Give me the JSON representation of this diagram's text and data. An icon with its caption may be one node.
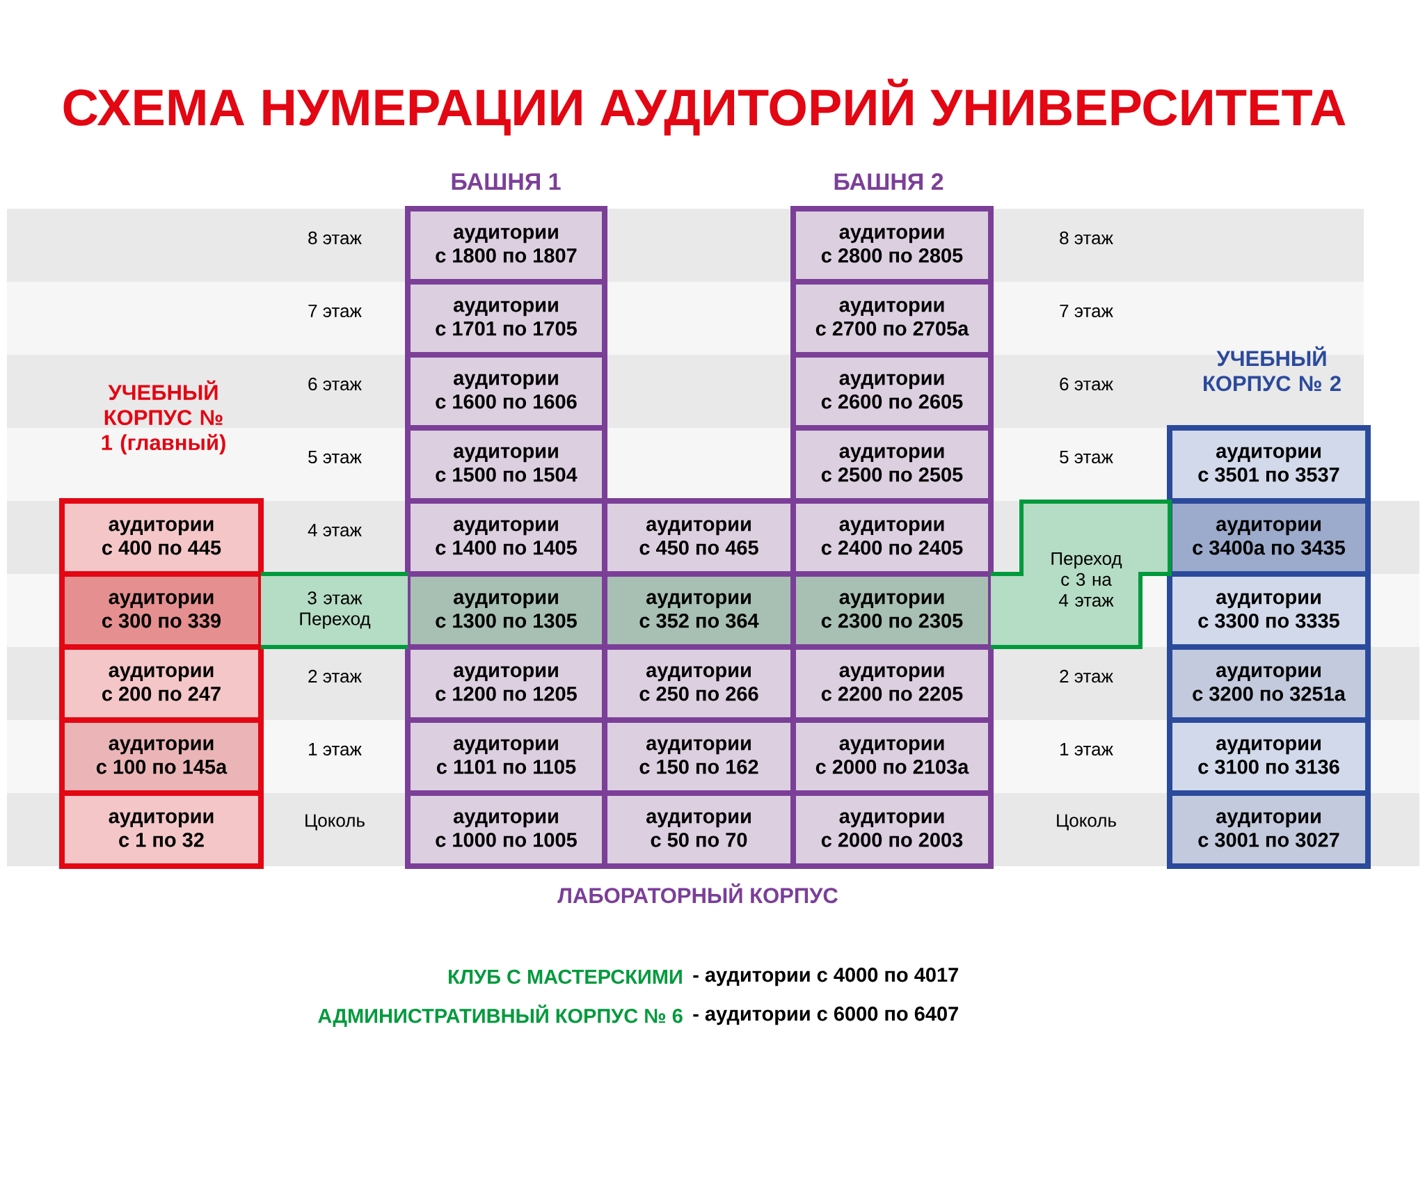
{
  "diagram": {
    "title": "СХЕМА НУМЕРАЦИИ АУДИТОРИЙ УНИВЕРСИТЕТА",
    "nodes": [
      {
        "text": [
          "УЧЕБНЫЙ КОРПУС № 1 (главный)"
        ]
      },
      {
        "text": [
          "аудитории",
          "с 400 по 445"
        ],
        "in": 0
      },
      {
        "text": [
          "аудитории",
          "с 300 по 339"
        ],
        "in": 0
      },
      {
        "text": [
          "аудитории",
          "с 200 по 247"
        ],
        "in": 0
      },
      {
        "text": [
          "аудитории",
          "с 100 по 145а"
        ],
        "in": 0
      },
      {
        "text": [
          "аудитории",
          "с 1 по 32"
        ],
        "in": 0
      },
      {
        "text": [
          "аудитории",
          "с 1800 по 1807"
        ]
      },
      {
        "text": [
          "аудитории",
          "с 1701 по 1705"
        ]
      },
      {
        "text": [
          "аудитории",
          "с 1600 по 1606"
        ]
      },
      {
        "text": [
          "аудитории",
          "с 1500 по 1504"
        ]
      },
      {
        "text": [
          "аудитории",
          "с 1400 по 1405"
        ]
      },
      {
        "text": [
          "аудитории",
          "с 1300 по 1305"
        ]
      },
      {
        "text": [
          "аудитории",
          "с 1200 по 1205"
        ]
      },
      {
        "text": [
          "аудитории",
          "с 1101 по 1105"
        ]
      },
      {
        "text": [
          "аудитории",
          "с 1000 по 1005"
        ]
      },
      {
        "text": [
          "аудитории",
          "с 450 по 465"
        ]
      },
      {
        "text": [
          "аудитории",
          "с 352 по 364"
        ]
      },
      {
        "text": [
          "аудитории",
          "с 250 по 266"
        ]
      },
      {
        "text": [
          "аудитории",
          "с 150 по 162"
        ]
      },
      {
        "text": [
          "аудитории",
          "с 50 по 70"
        ]
      },
      {
        "text": [
          "аудитории",
          "с 2800 по 2805"
        ]
      },
      {
        "text": [
          "аудитории",
          "с 2700 по 2705а"
        ]
      },
      {
        "text": [
          "аудитории",
          "с 2600 по 2605"
        ]
      },
      {
        "text": [
          "аудитории",
          "с 2500 по 2505"
        ]
      },
      {
        "text": [
          "аудитории",
          "с 2400 по 2405"
        ]
      },
      {
        "text": [
          "аудитории",
          "с 2300 по 2305"
        ]
      },
      {
        "text": [
          "аудитории",
          "с 2200 по 2205"
        ]
      },
      {
        "text": [
          "аудитории",
          "с 2000 по 2103а"
        ]
      },
      {
        "text": [
          "аудитории",
          "с 2000 по 2003"
        ]
      },
      {
        "text": [
          "УЧЕБНЫЙ КОРПУС № 2"
        ]
      },
      {
        "text": [
          "аудитории",
          "с 3501 по 3537"
        ],
        "in": 29
      },
      {
        "text": [
          "аудитории",
          "с 3400а по 3435"
        ],
        "in": 29
      },
      {
        "text": [
          "аудитории",
          "с 3300 по 3335"
        ],
        "in": 29
      },
      {
        "text": [
          "аудитории",
          "с 3200 по 3251а"
        ],
        "in": 29
      },
      {
        "text": [
          "аудитории",
          "с 3100 по 3136"
        ],
        "in": 29
      },
      {
        "text": [
          "аудитории",
          "с 3001 по 3027"
        ],
        "in": 29
      },
      {
        "text": [
          "3 этаж Переход"
        ]
      },
      {
        "text": [
          "Переход с 3 на 4 этаж"
        ]
      }
    ],
    "labels": [
      "БАШНЯ 1",
      "БАШНЯ 2",
      "8 этаж",
      "8 этаж",
      "7 этаж",
      "7 этаж",
      "6 этаж",
      "6 этаж",
      "5 этаж",
      "5 этаж",
      "4 этаж",
      "2 этаж",
      "2 этаж",
      "1 этаж",
      "1 этаж",
      "Цоколь",
      "Цоколь",
      "ЛАБОРАТОРНЫЙ КОРПУС",
      "КЛУБ С МАСТЕРСКИМИ",
      "- аудитории с 4000 по 4017",
      "АДМИНИСТРАТИВНЫЙ КОРПУС № 6",
      "- аудитории с 6000 по 6407"
    ]
  }
}
